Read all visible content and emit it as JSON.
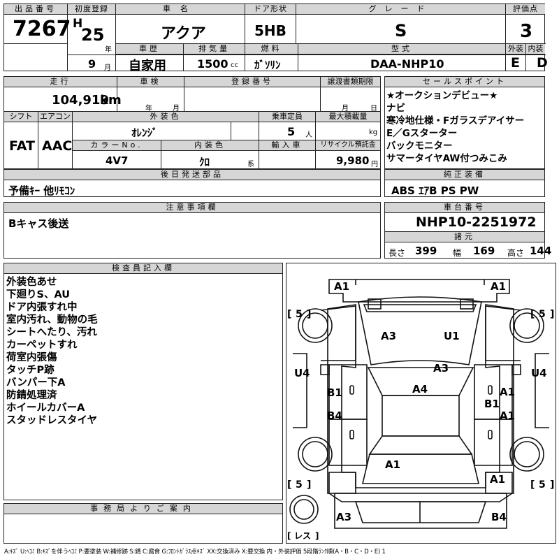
{
  "lot": {
    "label": "出品番号",
    "value": "7267"
  },
  "first_reg": {
    "label": "初度登録",
    "era": "H",
    "year": "25",
    "year_unit": "年",
    "month": "9",
    "month_unit": "月"
  },
  "car_name": {
    "label": "車名",
    "value": "アクア"
  },
  "door_type": {
    "label": "ドア形状",
    "value": "5HB"
  },
  "grade": {
    "label": "グレード",
    "value": "S"
  },
  "score": {
    "label": "評価点",
    "value": "3"
  },
  "history": {
    "label": "車歴",
    "value": "自家用"
  },
  "displacement": {
    "label": "排気量",
    "value": "1500",
    "unit": "cc"
  },
  "fuel": {
    "label": "燃料",
    "value": "ｶﾞｿﾘﾝ"
  },
  "model": {
    "label": "型式",
    "value": "DAA-NHP10"
  },
  "exterior_grade": {
    "label": "外装",
    "value": "E"
  },
  "interior_grade": {
    "label": "内装",
    "value": "D"
  },
  "mileage": {
    "label": "走行",
    "value": "104,919",
    "unit": "km"
  },
  "inspection": {
    "label": "車検",
    "year_unit": "年",
    "month_unit": "月"
  },
  "reg_number": {
    "label": "登録番号"
  },
  "transfer_deadline": {
    "label": "譲渡書類期限",
    "month_unit": "月",
    "day_unit": "日"
  },
  "shift": {
    "label": "シフト",
    "value": "FAT"
  },
  "aircon": {
    "label": "エアコン",
    "value": "AAC"
  },
  "ext_color": {
    "label": "外装色",
    "value": "ｵﾚﾝｼﾞ"
  },
  "capacity": {
    "label": "乗車定員",
    "value": "5",
    "unit": "人"
  },
  "max_load": {
    "label": "最大積載量",
    "unit": "kg"
  },
  "color_no": {
    "label": "カラーNo.",
    "value": "4V7"
  },
  "int_color": {
    "label": "内装色",
    "value": "ｸﾛ",
    "unit": "系"
  },
  "import_car": {
    "label": "輸入車"
  },
  "recycle": {
    "label": "リサイクル預託金",
    "value": "9,980",
    "unit": "円"
  },
  "later_parts": {
    "label": "後日発送部品",
    "value": "予備ｷｰ 他ﾘﾓｺﾝ"
  },
  "notes": {
    "label": "注意事項欄",
    "value": "Bキャス後送"
  },
  "sales_points": {
    "label": "セールスポイント",
    "items": [
      "★オークションデビュー★",
      "ナビ",
      "寒冷地仕様・Fガラスデアイサー",
      "E／Gスターター",
      "バックモニター",
      "サマータイヤAW付つみこみ"
    ]
  },
  "equipment": {
    "label": "純正装備",
    "value": "ABS ｴｱB PS PW"
  },
  "chassis": {
    "label": "車台番号",
    "value": "NHP10-2251972"
  },
  "dimensions": {
    "label": "諸元",
    "length_label": "長さ",
    "length": "399",
    "width_label": "幅",
    "width": "169",
    "height_label": "高さ",
    "height": "144"
  },
  "inspector": {
    "label": "検査員記入欄",
    "items": [
      "外装色あせ",
      "下廻りS、AU",
      "ドア内張すれ中",
      "室内汚れ、動物の毛",
      "シートへたり、汚れ",
      "カーペットすれ",
      "荷室内張傷",
      "タッチP跡",
      "バンパー下A",
      "防錆処理済",
      "ホイールカバーA",
      "スタッドレスタイヤ"
    ]
  },
  "office": {
    "label": "事務局よりご案内"
  },
  "diagram": {
    "tire_fl": "5",
    "tire_fr": "5",
    "tire_rl": "5",
    "tire_rr": "5",
    "spare": "レス",
    "marks": {
      "a1_tl": "A1",
      "a1_tr": "A1",
      "a3_hood": "A3",
      "u1_hood": "U1",
      "a3_windshield": "A3",
      "a4_roof": "A4",
      "u4_left": "U4",
      "u4_right": "U4",
      "b1_left": "B1",
      "b4_left": "B4",
      "a1_right_front": "A1",
      "b1_right": "B1",
      "a1_right_rear": "A1",
      "a1_trunk": "A1",
      "a1_rear_right": "A1",
      "a3_bl": "A3",
      "b4_br": "B4"
    }
  },
  "legend": "A:ｷｽﾞ U:ﾍｺﾐ B:ｷｽﾞを伴うﾍｺﾐ P:要塗装 W:補修跡 S:錆 C:腐食 G:ﾌﾛﾝﾄｶﾞﾗｽ点ｷｽﾞ XX:交換済み X:要交換 内・外装評価 5段階ﾗﾝｸ順(A・B・C・D・E) 1"
}
